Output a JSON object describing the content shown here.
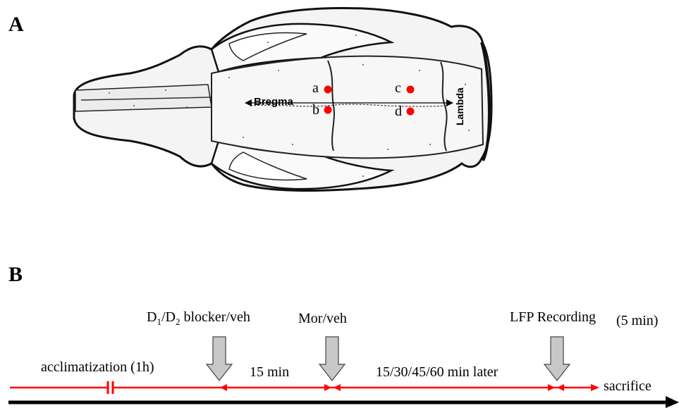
{
  "panels": {
    "a": "A",
    "b": "B"
  },
  "skull": {
    "bregma": "Bregma",
    "lambda": "Lambda",
    "points": {
      "a": "a",
      "b": "b",
      "c": "c",
      "d": "d"
    }
  },
  "timeline": {
    "d1_prefix": "D",
    "d1_sub": "1",
    "d2_sep": "/D",
    "d2_sub": "2",
    "blocker_suffix": " blocker/veh",
    "mor": "Mor/veh",
    "lfp": "LFP Recording",
    "lfp_duration": "(5 min)",
    "acclimatization": "acclimatization (1h)",
    "interval_1": "15 min",
    "interval_2": "15/30/45/60 min later",
    "sacrifice": "sacrifice"
  },
  "colors": {
    "accent": "#ff0000",
    "arrow_fill": "#c8c8c8",
    "ink": "#000000"
  }
}
